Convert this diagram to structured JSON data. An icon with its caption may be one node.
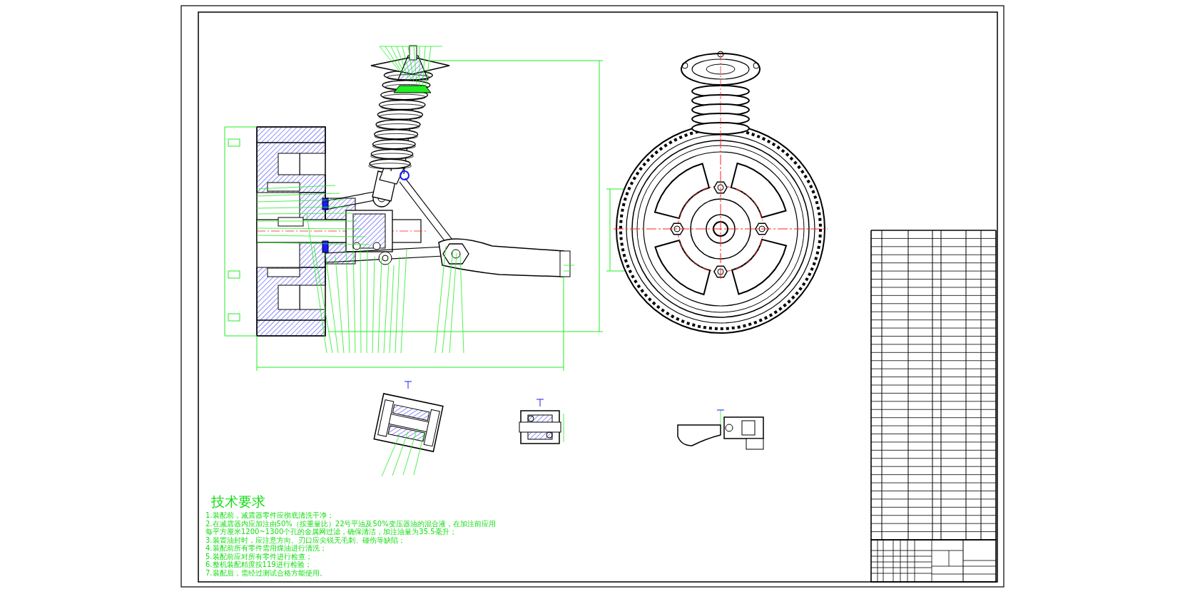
{
  "diagram": {
    "title": "技术要求",
    "labels": [
      "1.装配前，减震器零件应彻底清洗干净；",
      "2.在减震器内应加注由50%（按重量比）22号平油及50%变压器油的混合液，在加注前应用每平方厘米1200~1300个孔的金属网过滤，确保清洁，加注油量为35.5毫升；",
      "3.装置油封时，应注意方向。刃口应尖锐无毛刺、碰伤等缺陷；",
      "4.装配前所有零件需用煤油进行清洗；",
      "5.装配前应对所有零件进行检查；",
      "6.整机装配精度按119进行检验；",
      "7.装配后，需经过测试合格方能使用。"
    ]
  }
}
